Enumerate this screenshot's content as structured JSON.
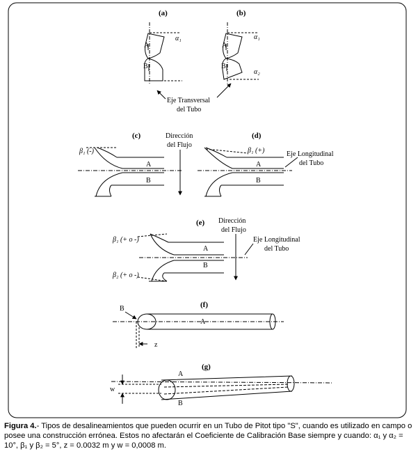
{
  "panels": {
    "a": "(a)",
    "b": "(b)",
    "c": "(c)",
    "d": "(d)",
    "e": "(e)",
    "f": "(f)",
    "g": "(g)"
  },
  "labels": {
    "A": "A",
    "B": "B",
    "alpha1": "α₁",
    "alpha2": "α₂",
    "eje_transversal_1": "Eje Transversal",
    "eje_transversal_2": "del Tubo",
    "direccion_1": "Dirección",
    "direccion_2": "del Flujo",
    "eje_longitudinal_1": "Eje Longitudinal",
    "eje_longitudinal_2": "del Tubo",
    "beta1_neg": "β₁ (-)",
    "beta1_pos": "β₁ (+)",
    "beta1_po": "β₁ (+ o -)",
    "beta2_po": "β₂ (+ o -)",
    "z": "z",
    "w": "w"
  },
  "caption": {
    "figure": "Figura 4.",
    "text": "- Tipos de desalineamientos que pueden ocurrir en un Tubo de Pitot tipo \"S\", cuando es utilizado en campo o posee una construcción errónea. Estos no afectarán el Coeficiente de Calibración Base siempre y cuando: α₁ y α₂ = 10°, β₁ y β₂ = 5°, z = 0.0032 m y w = 0,0008 m."
  }
}
